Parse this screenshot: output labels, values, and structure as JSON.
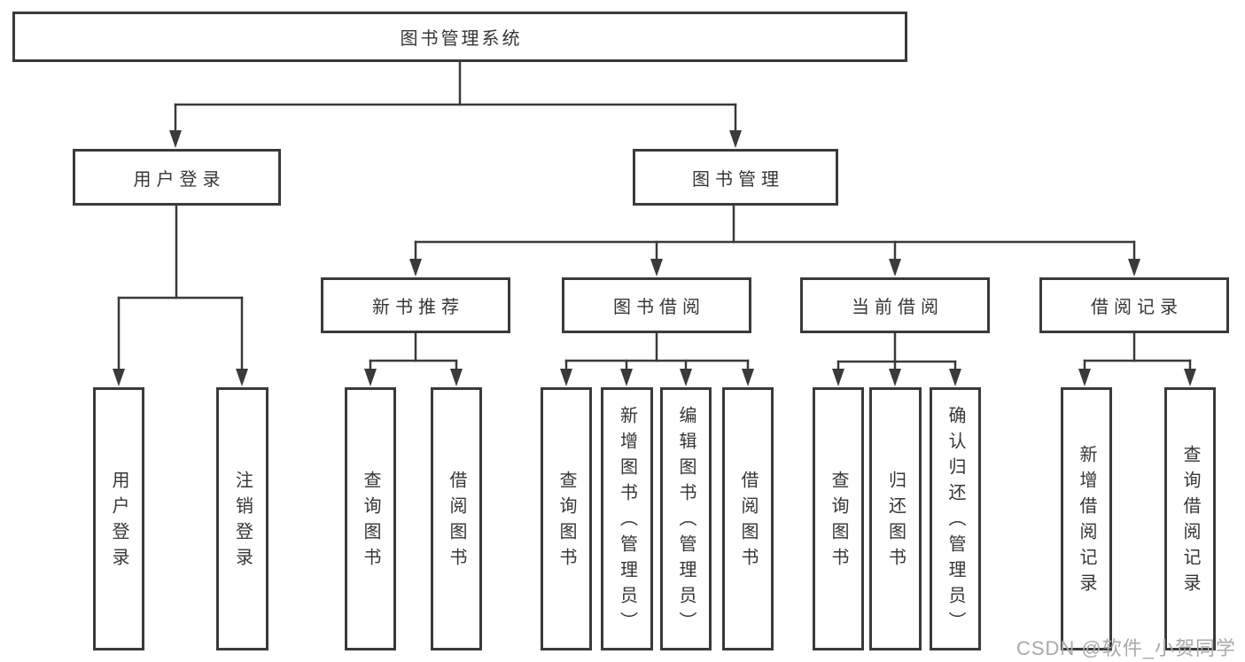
{
  "diagram": {
    "type": "hierarchy-tree",
    "watermark": "CSDN @软件_小贺同学",
    "colors": {
      "line": "#3a3a3a",
      "box_border": "#3a3a3a",
      "text": "#363636",
      "watermark": "#a9a9a9",
      "background": "#ffffff"
    },
    "nodes": {
      "root": {
        "label": "图书管理系统"
      },
      "user_login": {
        "label": "用户登录"
      },
      "book_mgmt": {
        "label": "图书管理"
      },
      "new_book_rec": {
        "label": "新书推荐"
      },
      "book_borrow": {
        "label": "图书借阅"
      },
      "current_borrow": {
        "label": "当前借阅"
      },
      "borrow_record": {
        "label": "借阅记录"
      },
      "leaf_user_login": {
        "label": "用户登录"
      },
      "leaf_logout": {
        "label": "注销登录"
      },
      "leaf_nb_query": {
        "label": "查询图书"
      },
      "leaf_nb_borrow": {
        "label": "借阅图书"
      },
      "leaf_bb_query": {
        "label": "查询图书"
      },
      "leaf_bb_add": {
        "label": "新增图书（管理员）"
      },
      "leaf_bb_edit": {
        "label": "编辑图书（管理员）"
      },
      "leaf_bb_borrow": {
        "label": "借阅图书"
      },
      "leaf_cb_query": {
        "label": "查询图书"
      },
      "leaf_cb_return": {
        "label": "归还图书"
      },
      "leaf_cb_confirm": {
        "label": "确认归还（管理员）"
      },
      "leaf_br_add": {
        "label": "新增借阅记录"
      },
      "leaf_br_query": {
        "label": "查询借阅记录"
      }
    },
    "edges": [
      {
        "from": "root",
        "to": "user_login"
      },
      {
        "from": "root",
        "to": "book_mgmt"
      },
      {
        "from": "user_login",
        "to": "leaf_user_login"
      },
      {
        "from": "user_login",
        "to": "leaf_logout"
      },
      {
        "from": "book_mgmt",
        "to": "new_book_rec"
      },
      {
        "from": "book_mgmt",
        "to": "book_borrow"
      },
      {
        "from": "book_mgmt",
        "to": "current_borrow"
      },
      {
        "from": "book_mgmt",
        "to": "borrow_record"
      },
      {
        "from": "new_book_rec",
        "to": "leaf_nb_query"
      },
      {
        "from": "new_book_rec",
        "to": "leaf_nb_borrow"
      },
      {
        "from": "book_borrow",
        "to": "leaf_bb_query"
      },
      {
        "from": "book_borrow",
        "to": "leaf_bb_add"
      },
      {
        "from": "book_borrow",
        "to": "leaf_bb_edit"
      },
      {
        "from": "book_borrow",
        "to": "leaf_bb_borrow"
      },
      {
        "from": "current_borrow",
        "to": "leaf_cb_query"
      },
      {
        "from": "current_borrow",
        "to": "leaf_cb_return"
      },
      {
        "from": "current_borrow",
        "to": "leaf_cb_confirm"
      },
      {
        "from": "borrow_record",
        "to": "leaf_br_add"
      },
      {
        "from": "borrow_record",
        "to": "leaf_br_query"
      }
    ]
  }
}
